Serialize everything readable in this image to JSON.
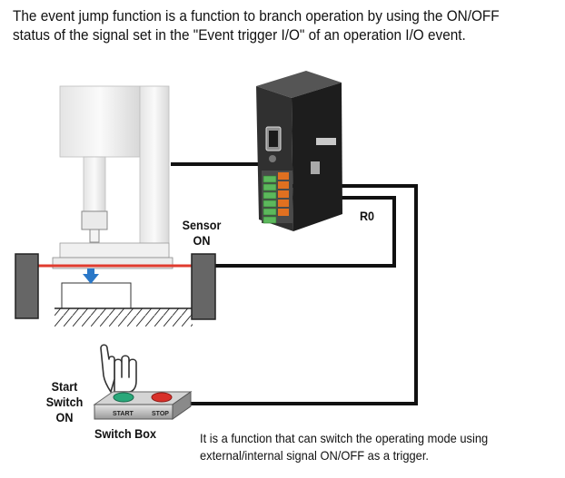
{
  "intro_text": "The event jump function is a function to branch operation by using the ON/OFF status of the signal set in the \"Event trigger I/O\" of an operation I/O event.",
  "labels": {
    "sensor": "Sensor",
    "sensor_state": "ON",
    "r0": "R0",
    "start_switch_line1": "Start",
    "start_switch_line2": "Switch",
    "start_switch_state": "ON",
    "switch_box": "Switch Box",
    "start_button": "START",
    "stop_button": "STOP"
  },
  "note_text": "It is a function that can switch the operating mode using external/internal signal ON/OFF as a trigger.",
  "colors": {
    "wire": "#111111",
    "beam": "#e03b2e",
    "arrow": "#2a78c8",
    "start_button": "#2aa87a",
    "stop_button": "#d8302a",
    "terminal_block": "#5cb85c"
  }
}
